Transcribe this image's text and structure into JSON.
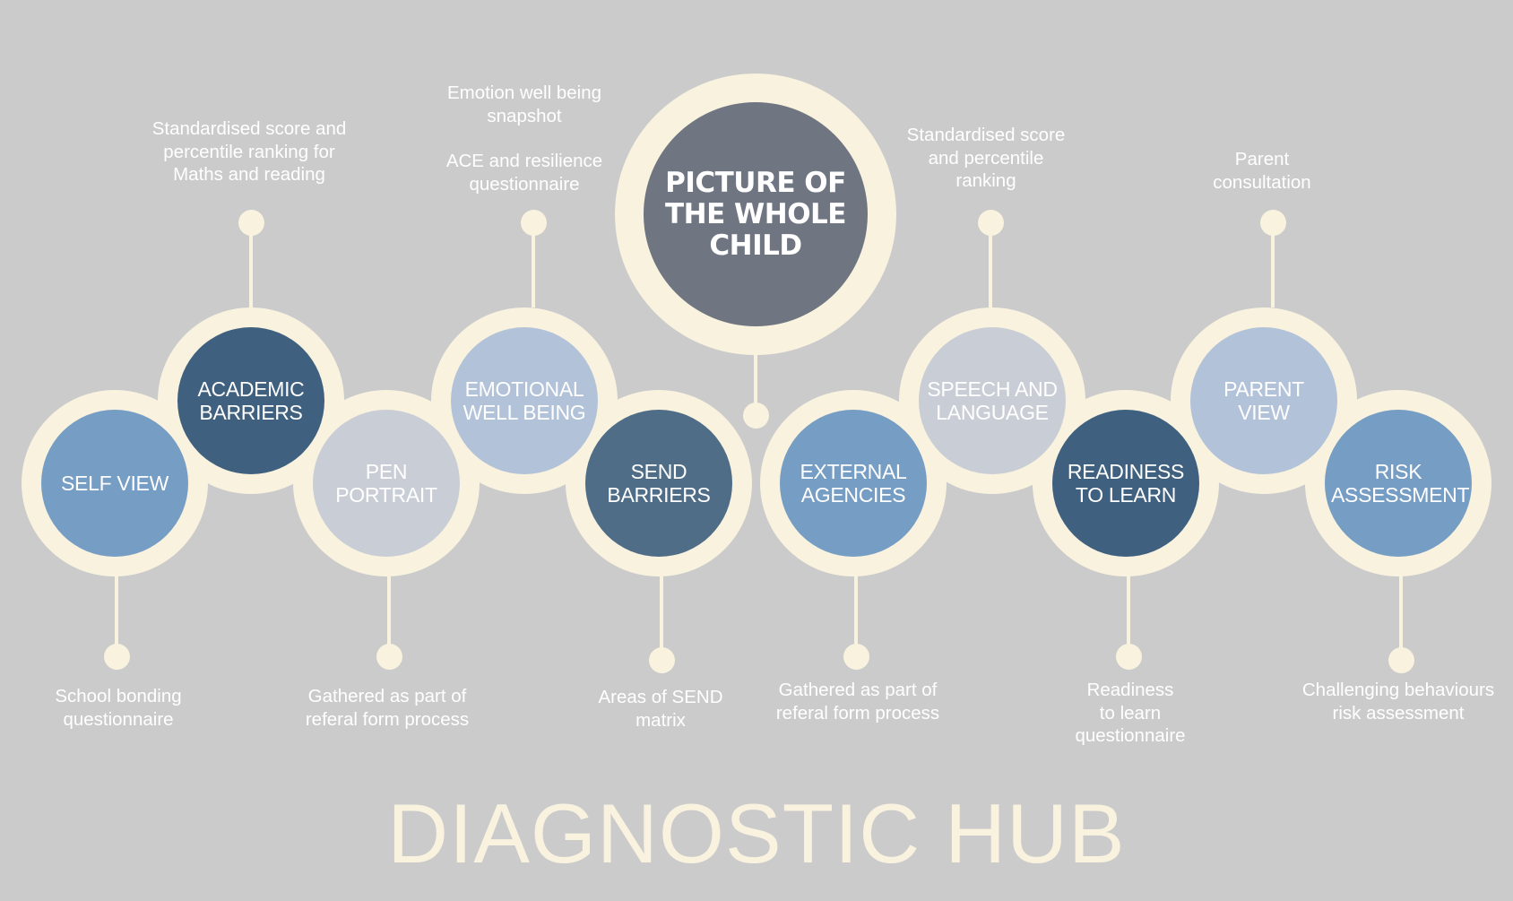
{
  "colors": {
    "background": "#cbcbcb",
    "ring": "#f8f2df",
    "center": "#6f7681",
    "node_blue": "#769dc3",
    "node_dark": "#3f607f",
    "node_slate": "#4f6d87",
    "node_light": "#b2c2d9",
    "node_grey": "#c9cdd6",
    "text_light": "#ffffff",
    "title": "#f8f2df"
  },
  "center": {
    "title": "PICTURE OF THE WHOLE CHILD"
  },
  "nodes": [
    {
      "id": "self-view",
      "label": "SELF VIEW",
      "color": "#769dc3"
    },
    {
      "id": "academic-barriers",
      "label": "ACADEMIC BARRIERS",
      "color": "#3f607f"
    },
    {
      "id": "pen-portrait",
      "label": "PEN PORTRAIT",
      "color": "#c9cdd6"
    },
    {
      "id": "emotional-well-being",
      "label": "EMOTIONAL WELL BEING",
      "color": "#b2c2d9"
    },
    {
      "id": "send-barriers",
      "label": "SEND BARRIERS",
      "color": "#4f6d87"
    },
    {
      "id": "external-agencies",
      "label": "EXTERNAL AGENCIES",
      "color": "#769dc3"
    },
    {
      "id": "speech-and-language",
      "label": "SPEECH AND LANGUAGE",
      "color": "#c9cdd6"
    },
    {
      "id": "readiness-to-learn",
      "label": "READINESS TO LEARN",
      "color": "#3f607f"
    },
    {
      "id": "parent-view",
      "label": "PARENT VIEW",
      "color": "#b2c2d9"
    },
    {
      "id": "risk-assessment",
      "label": "RISK ASSESSMENT",
      "color": "#769dc3"
    }
  ],
  "notes": {
    "self_view": [
      "School bonding",
      "questionnaire"
    ],
    "academic_barriers": [
      "Standardised score and",
      "percentile ranking for",
      "Maths and reading"
    ],
    "pen_portrait": [
      "Gathered as part of",
      "referal form process"
    ],
    "emotional_well_being_1": [
      "Emotion well being",
      "snapshot"
    ],
    "emotional_well_being_2": [
      "ACE and resilience",
      "questionnaire"
    ],
    "send_barriers": [
      "Areas of SEND",
      "matrix"
    ],
    "external_agencies": [
      "Gathered as part of",
      "referal form process"
    ],
    "speech_and_language": [
      "Standardised score",
      "and percentile",
      "ranking"
    ],
    "readiness_to_learn": [
      "Readiness",
      "to learn",
      "questionnaire"
    ],
    "parent_view": [
      "Parent",
      "consultation"
    ],
    "risk_assessment": [
      "Challenging behaviours",
      "risk assessment"
    ]
  },
  "footer": {
    "title": "DIAGNOSTIC HUB"
  }
}
